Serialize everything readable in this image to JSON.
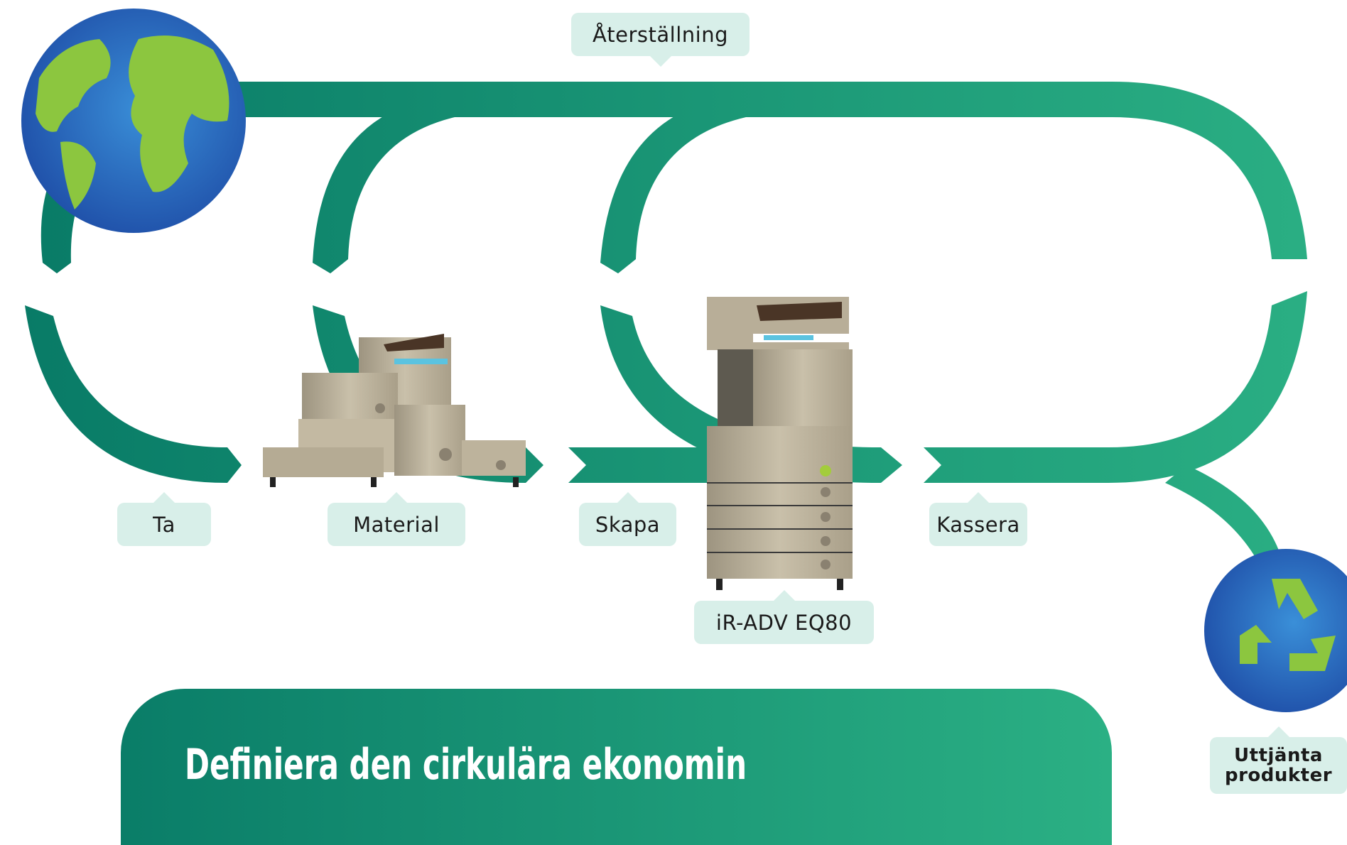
{
  "labels": {
    "restore": "Återställning",
    "take": "Ta",
    "material": "Material",
    "create": "Skapa",
    "device": "iR-ADV EQ80",
    "dispose": "Kassera",
    "retired_line1": "Uttjänta",
    "retired_line2": "produkter"
  },
  "title": "Definiera den cirkulära ekonomin",
  "icons": {
    "earth": "globe-icon",
    "recycle": "recycle-icon",
    "copier": "printer-icon"
  },
  "colors": {
    "flow_start": "#087a66",
    "flow_end": "#2bb084",
    "bubble_bg": "#d8efe9",
    "ocean": "#2a6fc0",
    "land": "#8cc63f",
    "machine": "#b7ad97"
  }
}
